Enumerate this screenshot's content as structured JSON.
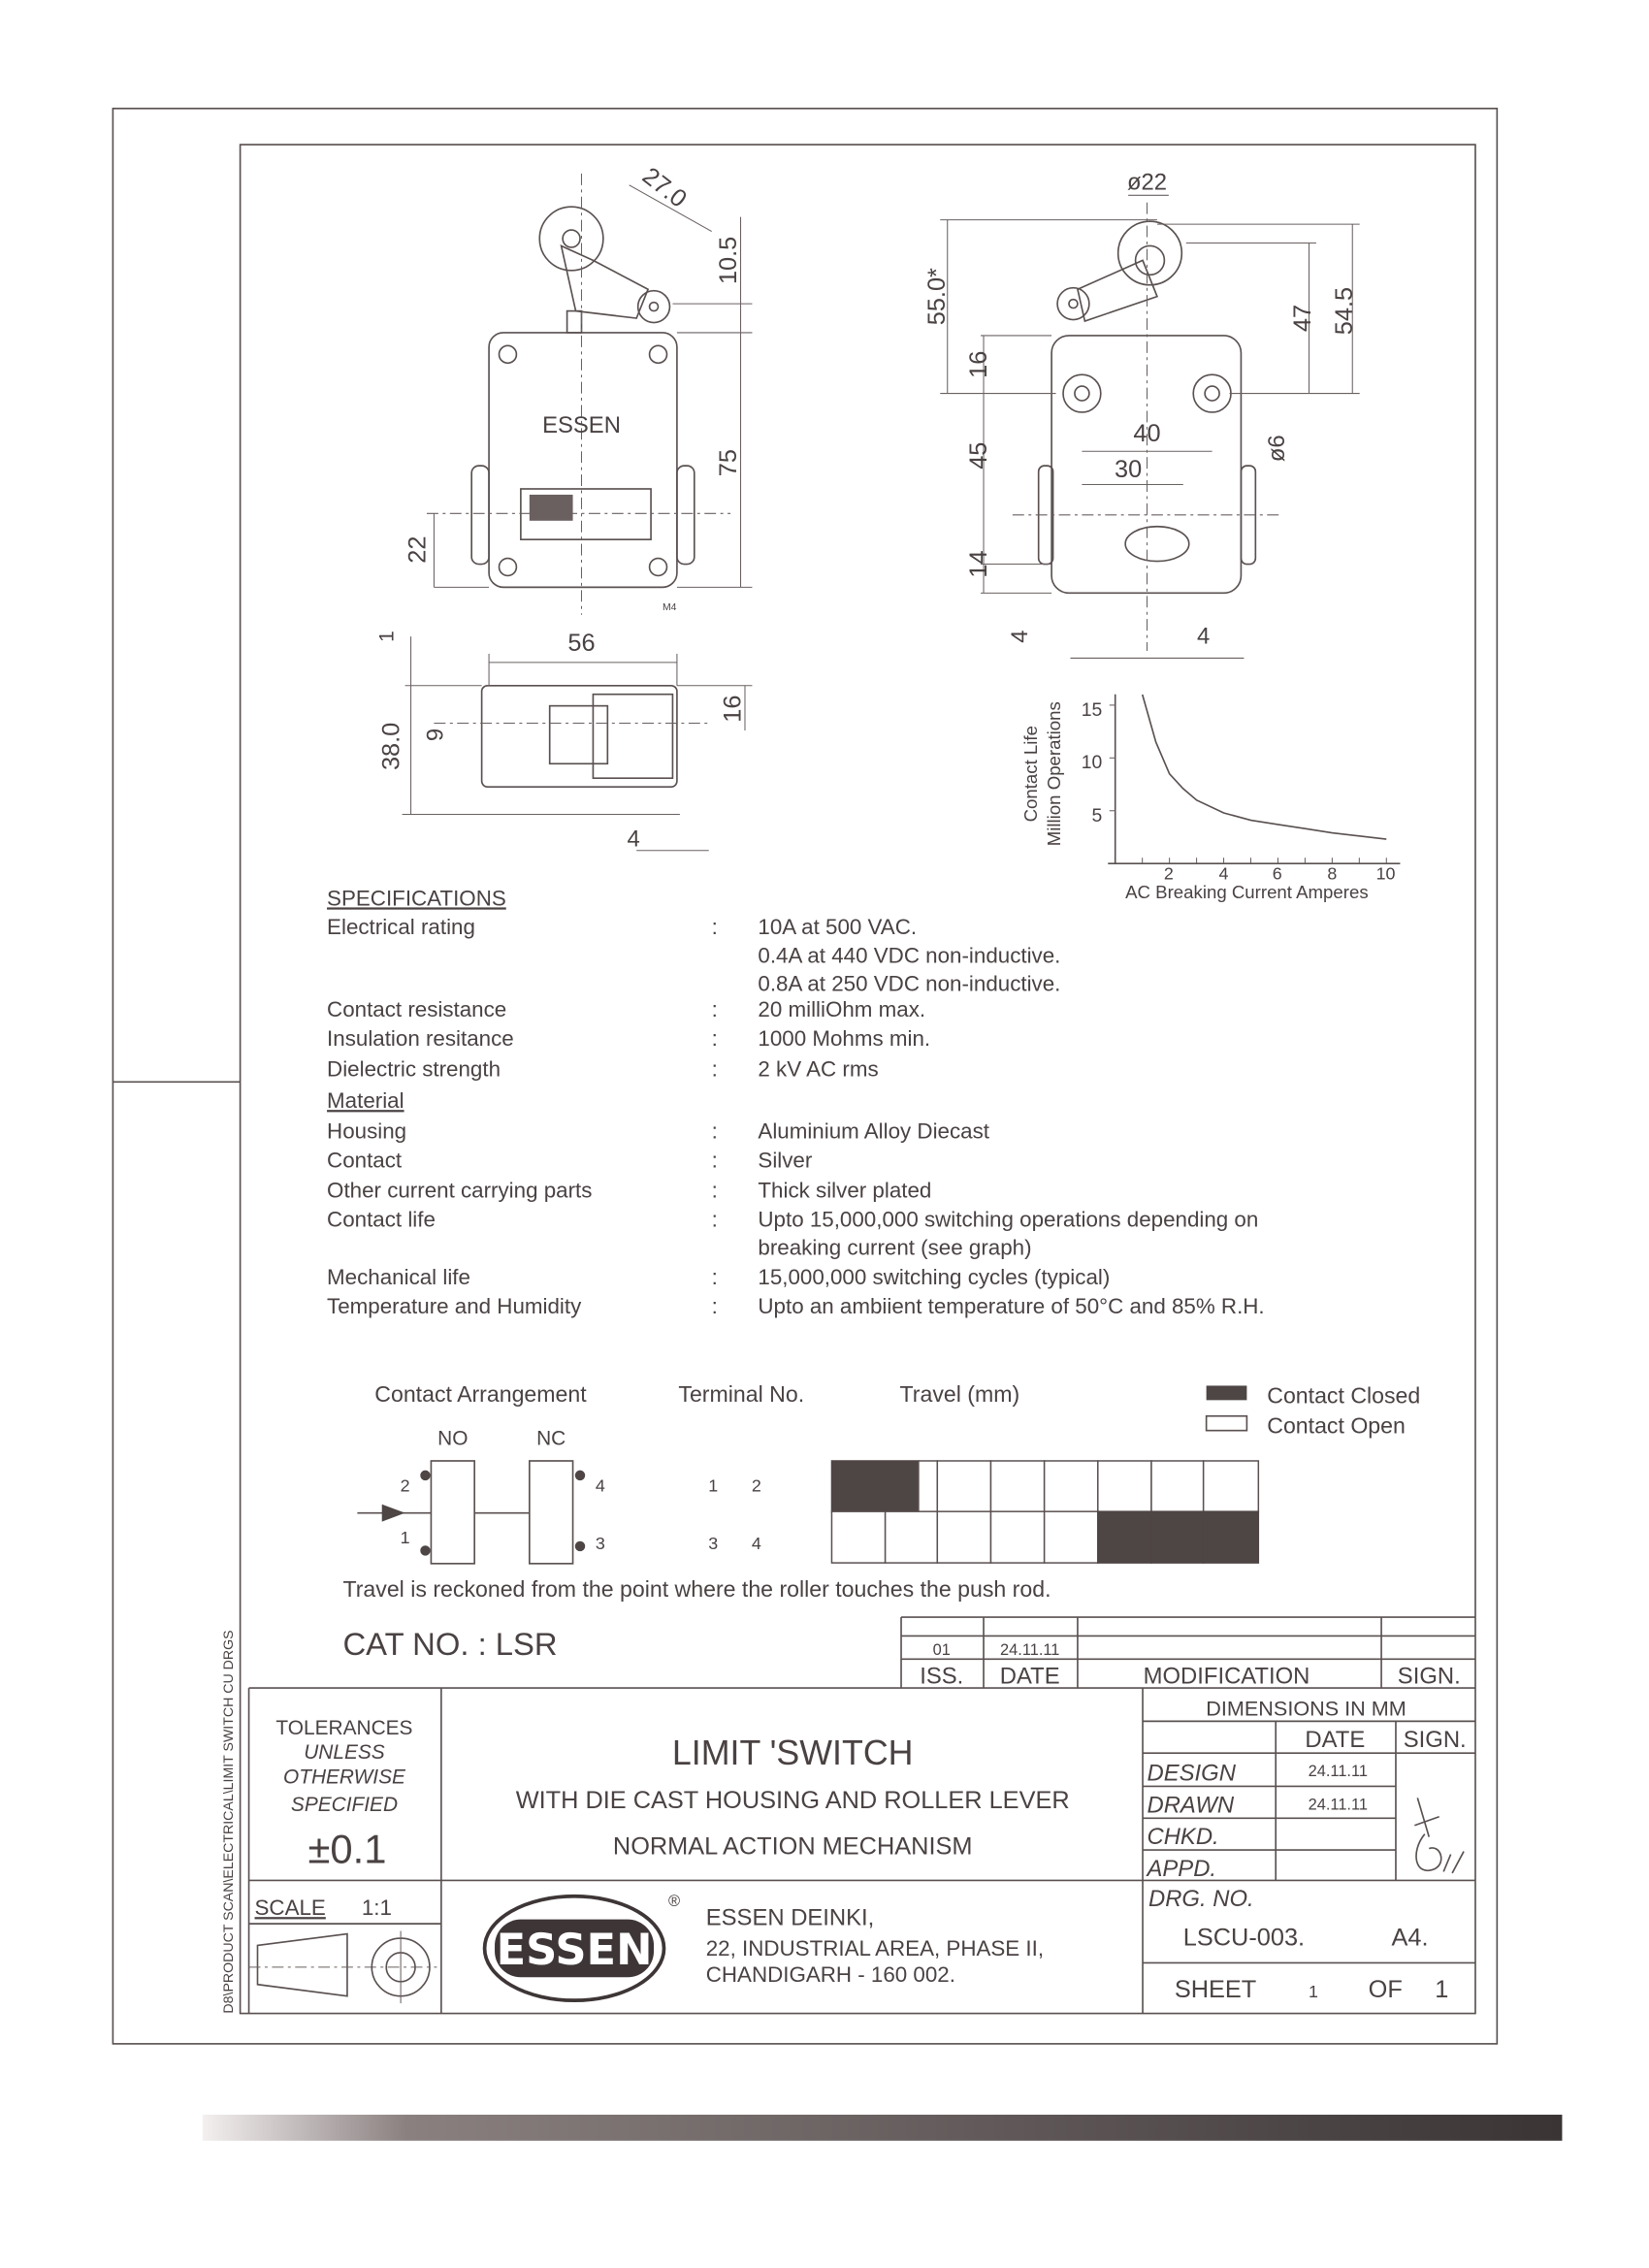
{
  "drawing": {
    "front_view": {
      "brand_text": "ESSEN",
      "dims": [
        "27.0",
        "10.5",
        "75",
        "22"
      ],
      "screw_label": "M4"
    },
    "bottom_view": {
      "dims": [
        "56",
        "38.0",
        "9",
        "16",
        "4",
        "1"
      ]
    },
    "side_view": {
      "dims": [
        "ø22",
        "55.0*",
        "16",
        "45",
        "14",
        "4",
        "4",
        "40",
        "30",
        "47",
        "54.5",
        "ø6"
      ]
    }
  },
  "chart_data": {
    "type": "line",
    "xlabel": "AC Breaking Current Amperes",
    "ylabel": [
      "Contact Life",
      "Million Operations"
    ],
    "x_ticks": [
      "2",
      "4",
      "6",
      "8",
      "10"
    ],
    "y_ticks": [
      "5",
      "10",
      "15"
    ],
    "xlim": [
      0,
      10
    ],
    "ylim": [
      0,
      16
    ],
    "series": [
      {
        "x": [
          1,
          1.5,
          2,
          2.5,
          3,
          4,
          5,
          6,
          7,
          8,
          9,
          10
        ],
        "y": [
          16,
          11.5,
          8.5,
          7.1,
          6.0,
          4.8,
          4.1,
          3.7,
          3.3,
          2.9,
          2.6,
          2.3
        ]
      }
    ],
    "grid": false
  },
  "specs": {
    "heading": "SPECIFICATIONS",
    "rows": [
      {
        "label": "Electrical rating",
        "value": [
          "10A at 500 VAC.",
          "0.4A at 440 VDC non-inductive.",
          "0.8A at 250 VDC non-inductive."
        ]
      },
      {
        "label": "Contact resistance",
        "value": [
          "20 milliOhm max."
        ]
      },
      {
        "label": "Insulation resitance",
        "value": [
          "1000 Mohms min."
        ]
      },
      {
        "label": "Dielectric strength",
        "value": [
          "2 kV AC rms"
        ]
      }
    ],
    "material_heading": "Material",
    "material_rows": [
      {
        "label": "Housing",
        "value": [
          "Aluminium Alloy Diecast"
        ]
      },
      {
        "label": "Contact",
        "value": [
          "Silver"
        ]
      },
      {
        "label": "Other current carrying parts",
        "value": [
          "Thick silver plated"
        ]
      },
      {
        "label": "Contact life",
        "value": [
          "Upto 15,000,000 switching operations depending on",
          "breaking current (see graph)"
        ]
      },
      {
        "label": "Mechanical life",
        "value": [
          "15,000,000 switching cycles (typical)"
        ]
      },
      {
        "label": "Temperature and Humidity",
        "value": [
          "Upto an ambiient temperature of 50°C and 85% R.H."
        ]
      }
    ],
    "colon": ":"
  },
  "contacts": {
    "headers": [
      "Contact Arrangement",
      "Terminal No.",
      "Travel (mm)"
    ],
    "legend": {
      "closed": "Contact Closed",
      "open": "Contact Open",
      "closed_color": "#4e4545"
    },
    "no_label": "NO",
    "nc_label": "NC",
    "terminal_numbers": [
      "2",
      "1",
      "4",
      "3"
    ],
    "rows": [
      {
        "terminals": [
          "1",
          "2"
        ],
        "cells": [
          "closed",
          "open",
          "open",
          "open",
          "open",
          "open",
          "open",
          "open"
        ]
      },
      {
        "terminals": [
          "3",
          "4"
        ],
        "cells": [
          "open",
          "open",
          "open",
          "open",
          "open",
          "closed",
          "closed",
          "closed"
        ]
      }
    ],
    "note": "Travel is reckoned from the point where the roller touches the push rod."
  },
  "cat_no": "CAT NO. : LSR",
  "revisions": {
    "headers": [
      "ISS.",
      "DATE",
      "MODIFICATION",
      "SIGN."
    ],
    "rows": [
      {
        "iss": "01",
        "date": "24.11.11"
      }
    ]
  },
  "title_block": {
    "tolerances": [
      "TOLERANCES",
      "UNLESS",
      "OTHERWISE",
      "SPECIFIED"
    ],
    "tolerance_value": "±0.1",
    "scale_label": "SCALE",
    "scale_value": "1:1",
    "title": "LIMIT 'SWITCH",
    "subtitle1": "WITH DIE CAST HOUSING AND ROLLER LEVER",
    "subtitle2": "NORMAL ACTION MECHANISM",
    "dimensions_note": "DIMENSIONS IN MM",
    "date_header": "DATE",
    "sign_header": "SIGN.",
    "roles": [
      {
        "role": "DESIGN",
        "date": "24.11.11"
      },
      {
        "role": "DRAWN",
        "date": "24.11.11"
      },
      {
        "role": "CHKD.",
        "date": ""
      },
      {
        "role": "APPD.",
        "date": ""
      }
    ],
    "logo_text": "ESSEN",
    "registered": "®",
    "company": [
      "ESSEN DEINKI,",
      "22, INDUSTRIAL AREA, PHASE II,",
      "CHANDIGARH - 160 002."
    ],
    "drg_label": "DRG. NO.",
    "drg_no": "LSCU-003.",
    "size": "A4.",
    "sheet_label": "SHEET",
    "sheet_no": "1",
    "of_label": "OF",
    "sheet_total": "1"
  },
  "file_path": "D8\\PRODUCT SCAN\\ELECTRICAL\\LIMIT SWITCH CU DRGS"
}
